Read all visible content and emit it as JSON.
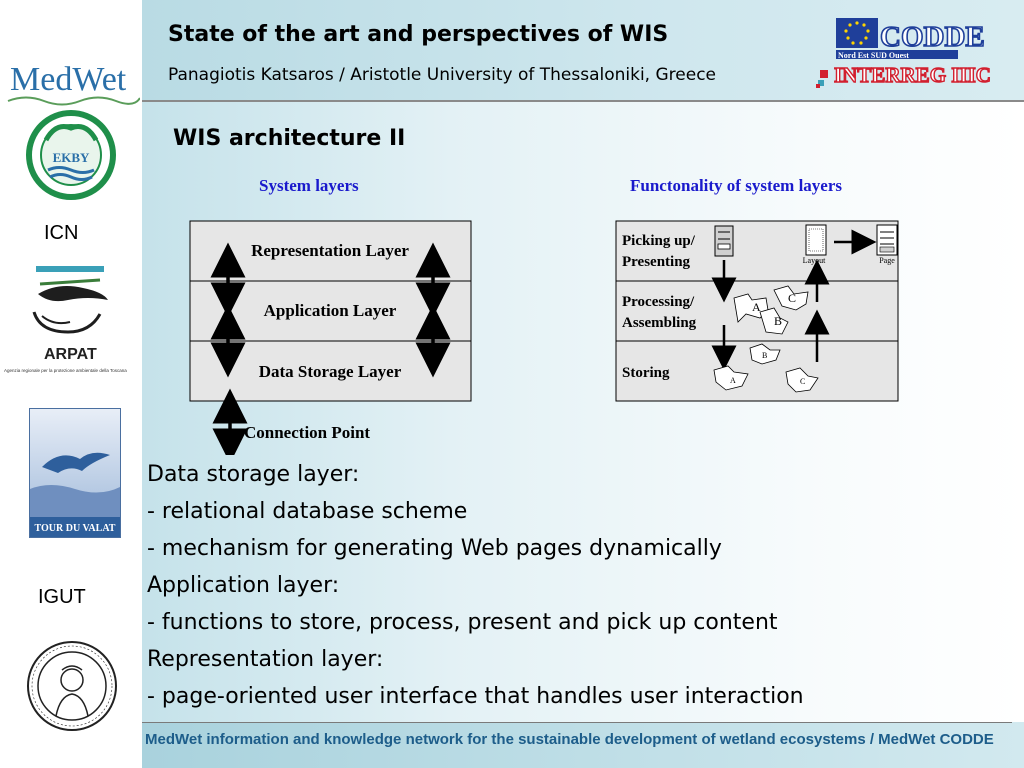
{
  "header": {
    "title": "State of the art and perspectives of WIS",
    "subtitle": "Panagiotis Katsaros / Aristotle University of Thessaloniki, Greece"
  },
  "logos": {
    "codde": "CODDE",
    "codde_tagline": "Nord Est SUD Ouest",
    "interreg": "INTERREG IIIC"
  },
  "sidebar": {
    "medwet": "MedWet",
    "ekby": "EKBY",
    "icn": "ICN",
    "arpat": "ARPAT",
    "arpat_caption": "Agenzia regionale per la protezione ambientale della Toscana",
    "tour_du_valat": "TOUR DU VALAT",
    "igut": "IGUT"
  },
  "slide": {
    "heading": "WIS architecture II"
  },
  "diagram_left": {
    "title": "System layers",
    "layers": [
      "Representation Layer",
      "Application Layer",
      "Data Storage Layer"
    ],
    "connection_label": "Connection Point"
  },
  "diagram_right": {
    "title": "Functonality of system layers",
    "rows": [
      {
        "line1": "Picking up/",
        "line2": "Presenting"
      },
      {
        "line1": "Processing/",
        "line2": "Assembling"
      },
      {
        "line1": "Storing",
        "line2": ""
      }
    ],
    "layout_label": "Layout",
    "page_label": "Page",
    "letters": {
      "a": "A",
      "b": "B",
      "c": "C"
    }
  },
  "bullets": [
    "Data storage layer:",
    "- relational database scheme",
    "- mechanism for generating Web pages dynamically",
    "Application layer:",
    "- functions to store, process, present and pick up content",
    "Representation layer:",
    "- page-oriented user interface that handles user interaction"
  ],
  "footer": {
    "text": "MedWet information and knowledge network for the sustainable development of wetland ecosystems / MedWet CODDE"
  },
  "colors": {
    "accent_blue": "#1a1acc",
    "footer_blue": "#1d5d8a",
    "medwet_blue": "#2a6fa8",
    "ekby_green": "#1f8f4a",
    "interreg_red": "#d21f2e",
    "eu_blue": "#1f3f9a"
  }
}
